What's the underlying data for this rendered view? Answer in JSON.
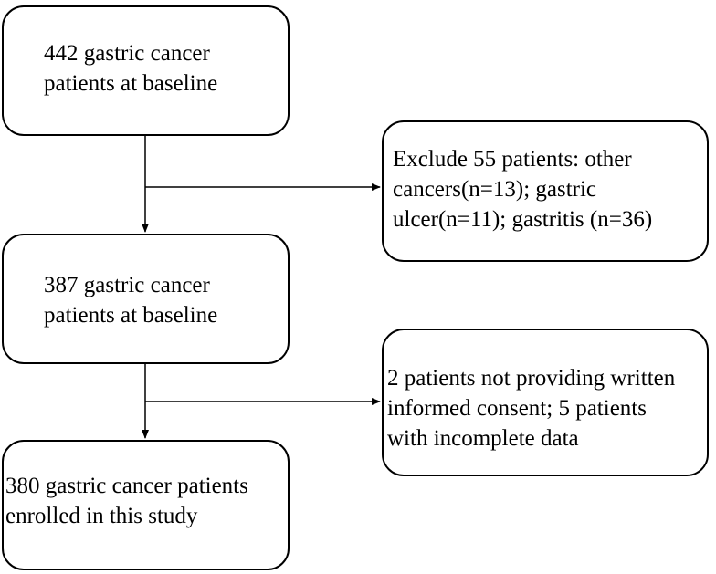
{
  "flowchart": {
    "main_boxes": [
      {
        "text": "442 gastric cancer\npatients at baseline"
      },
      {
        "text": "387 gastric cancer\npatients at baseline"
      },
      {
        "text": "380 gastric cancer patients\nenrolled in this study"
      }
    ],
    "exclusion_boxes": [
      {
        "text": "Exclude 55 patients: other\ncancers(n=13); gastric\nulcer(n=11); gastritis (n=36)"
      },
      {
        "text": "2 patients not providing written\ninformed consent; 5 patients\nwith incomplete data"
      }
    ],
    "colors": {
      "border": "#000000",
      "background": "#ffffff",
      "text": "#000000"
    }
  }
}
